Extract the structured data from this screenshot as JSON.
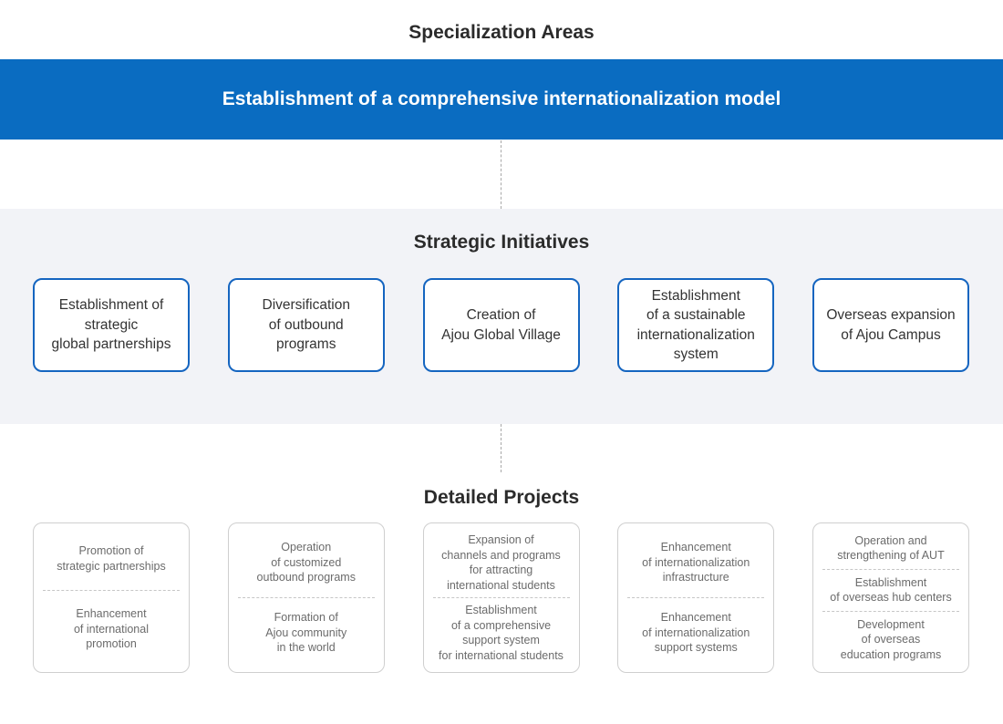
{
  "titles": {
    "specialization": "Specialization Areas",
    "strategic": "Strategic Initiatives",
    "detailed": "Detailed Projects"
  },
  "banner": {
    "text": "Establishment of a comprehensive internationalization model"
  },
  "colors": {
    "banner_blue": "#0a6cc1",
    "band_gray": "#f2f3f7",
    "strategy_border": "#1565c0"
  },
  "strategic_initiatives": [
    {
      "label": "Establishment of\nstrategic\nglobal partnerships"
    },
    {
      "label": "Diversification\nof outbound\nprograms"
    },
    {
      "label": "Creation of\nAjou Global Village"
    },
    {
      "label": "Establishment\nof a sustainable\ninternationalization\nsystem"
    },
    {
      "label": "Overseas expansion\nof Ajou Campus"
    }
  ],
  "detailed_projects": [
    {
      "items": [
        "Promotion of\nstrategic partnerships",
        "Enhancement\nof international\npromotion"
      ]
    },
    {
      "items": [
        "Operation\nof customized\noutbound programs",
        "Formation of\nAjou community\nin the world"
      ]
    },
    {
      "items": [
        "Expansion of\nchannels and programs\nfor attracting\ninternational students",
        "Establishment\nof a comprehensive\nsupport system\nfor international students"
      ]
    },
    {
      "items": [
        "Enhancement\nof internationalization\ninfrastructure",
        "Enhancement\nof internationalization\nsupport systems"
      ]
    },
    {
      "items": [
        "Operation and\nstrengthening of AUT",
        "Establishment\nof overseas hub centers",
        "Development\nof overseas\neducation programs"
      ]
    }
  ]
}
